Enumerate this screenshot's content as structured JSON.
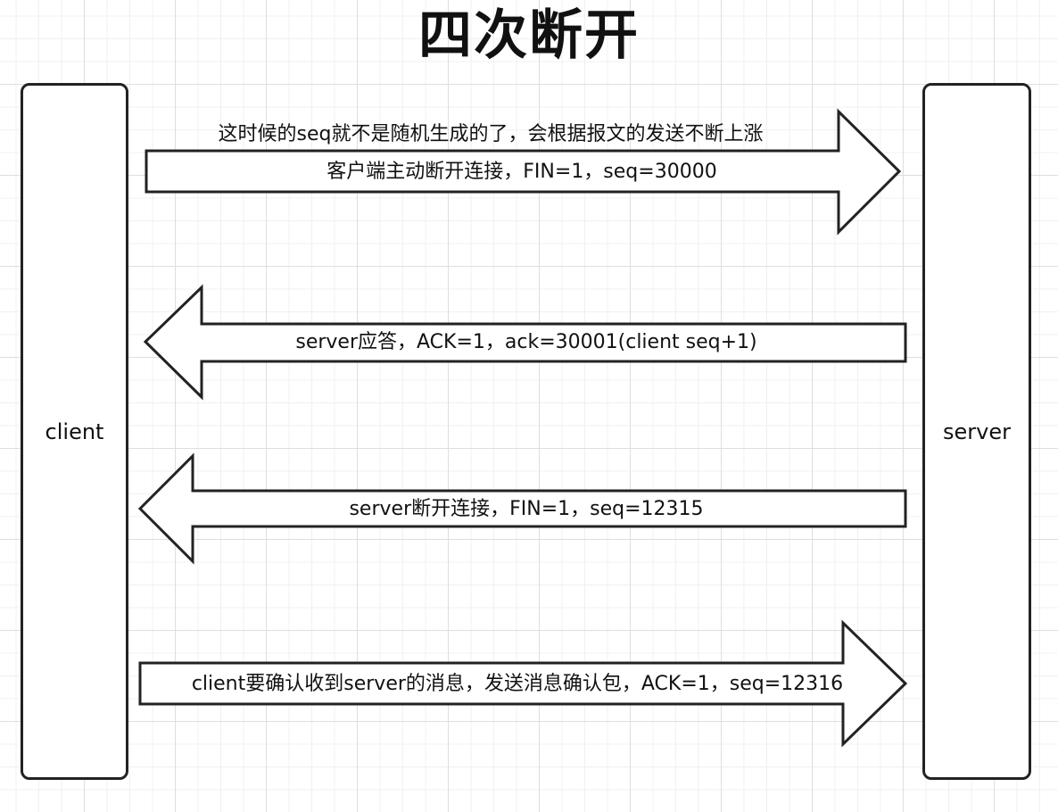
{
  "title": "四次断开",
  "client_label": "client",
  "server_label": "server",
  "note": "这时候的seq就不是随机生成的了，会根据报文的发送不断上涨",
  "messages": [
    {
      "direction": "client-to-server",
      "text": "客户端主动断开连接，FIN=1，seq=30000"
    },
    {
      "direction": "server-to-client",
      "text": "server应答，ACK=1，ack=30001(client seq+1)"
    },
    {
      "direction": "server-to-client",
      "text": "server断开连接，FIN=1，seq=12315"
    },
    {
      "direction": "client-to-server",
      "text": "client要确认收到server的消息，发送消息确认包，ACK=1，seq=12316"
    }
  ]
}
